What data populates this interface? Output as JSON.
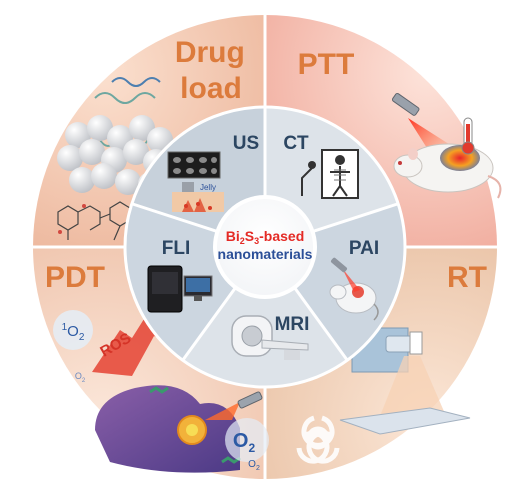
{
  "center": {
    "line1": {
      "bi": "Bi",
      "sub2": "2",
      "s": "S",
      "sub3": "3",
      "rest": "-based"
    },
    "line2": "nanomaterials"
  },
  "inner_segments": [
    {
      "id": "us",
      "label": "US",
      "icon": "ultrasound-device-icon"
    },
    {
      "id": "ct",
      "label": "CT",
      "icon": "ct-scanner-person-icon"
    },
    {
      "id": "pai",
      "label": "PAI",
      "icon": "laser-mouse-icon"
    },
    {
      "id": "mri",
      "label": "MRI",
      "icon": "mri-machine-icon"
    },
    {
      "id": "fli",
      "label": "FLI",
      "icon": "fluorescence-imager-icon"
    }
  ],
  "us_panel_caption": "Jelly",
  "outer_quadrants": [
    {
      "id": "drug-load",
      "lines": [
        "Drug",
        "load"
      ],
      "icon": "nanoparticle-drug-icon"
    },
    {
      "id": "ptt",
      "lines": [
        "PTT"
      ],
      "icon": "laser-mouse-thermometer-icon"
    },
    {
      "id": "rt",
      "lines": [
        "RT"
      ],
      "icon": "radiation-therapy-icon"
    },
    {
      "id": "pdt",
      "lines": [
        "PDT"
      ],
      "icon": "cell-laser-icon"
    }
  ],
  "pdt_labels": {
    "singlet_oxygen": {
      "sup": "1",
      "base": "O",
      "sub": "2"
    },
    "ros": "ROS",
    "oxygen_big": {
      "base": "O",
      "sub": "2"
    },
    "oxygen_small": {
      "base": "O",
      "sub": "2"
    },
    "oxygen_faint": {
      "base": "O",
      "sub": "2"
    }
  },
  "colors": {
    "accent_orange": "#dc7b3c",
    "inner_navy": "#2c4662",
    "center_red": "#e42a25",
    "center_blue": "#2b4f98",
    "ros_red": "#d53327"
  }
}
